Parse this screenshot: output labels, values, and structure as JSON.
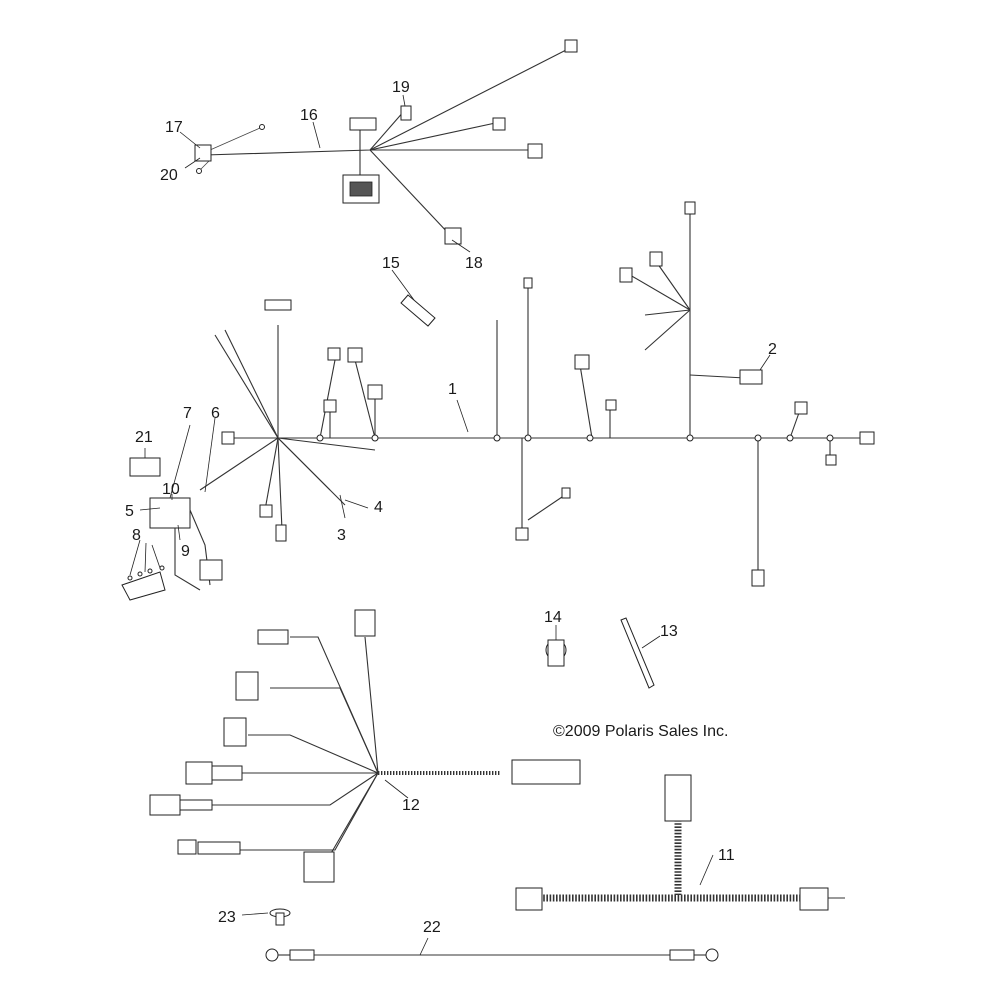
{
  "copyright": "©2009 Polaris Sales Inc.",
  "callouts": {
    "c1": "1",
    "c2": "2",
    "c3": "3",
    "c4": "4",
    "c5": "5",
    "c6": "6",
    "c7": "7",
    "c8": "8",
    "c9": "9",
    "c10": "10",
    "c11": "11",
    "c12": "12",
    "c13": "13",
    "c14": "14",
    "c15": "15",
    "c16": "16",
    "c17": "17",
    "c18": "18",
    "c19": "19",
    "c20": "20",
    "c21": "21",
    "c22": "22",
    "c23": "23"
  }
}
